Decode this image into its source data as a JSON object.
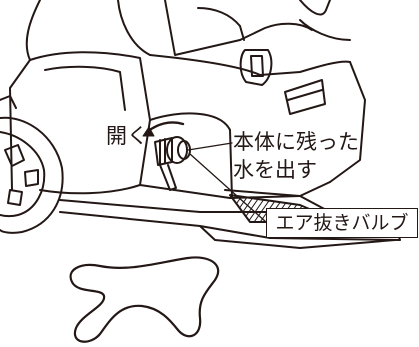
{
  "labels": {
    "open": "開く",
    "drain_line1": "本体に残った",
    "drain_line2": "水を出す",
    "air_vent_valve": "エア抜きバルブ"
  },
  "colors": {
    "ink": "#231815",
    "background": "#ffffff"
  }
}
